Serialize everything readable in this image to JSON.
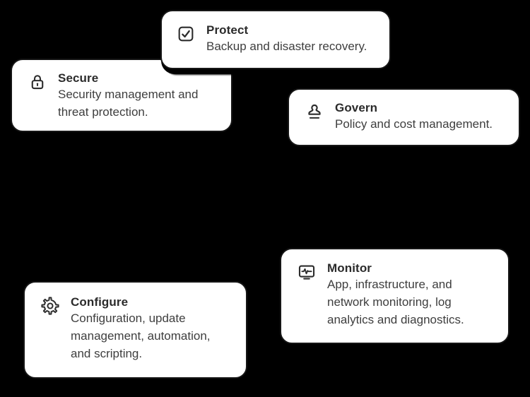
{
  "canvas": {
    "background": "#000000",
    "card_background": "#ffffff",
    "card_border_color": "#161616",
    "title_color": "#2b2b2b",
    "description_color": "#3e3e3e",
    "icon_color": "#2c2c2c"
  },
  "cards": [
    {
      "id": "protect",
      "icon": "checkmark-box-icon",
      "title": "Protect",
      "description": "Backup and disaster recovery."
    },
    {
      "id": "secure",
      "icon": "lock-icon",
      "title": "Secure",
      "description": "Security management and threat protection."
    },
    {
      "id": "govern",
      "icon": "stamp-icon",
      "title": "Govern",
      "description": "Policy and cost management."
    },
    {
      "id": "monitor",
      "icon": "monitor-pulse-icon",
      "title": "Monitor",
      "description": "App, infrastructure, and network monitoring, log analytics and diagnostics."
    },
    {
      "id": "configure",
      "icon": "gear-icon",
      "title": "Configure",
      "description": "Configuration, update management, automation, and scripting."
    }
  ]
}
